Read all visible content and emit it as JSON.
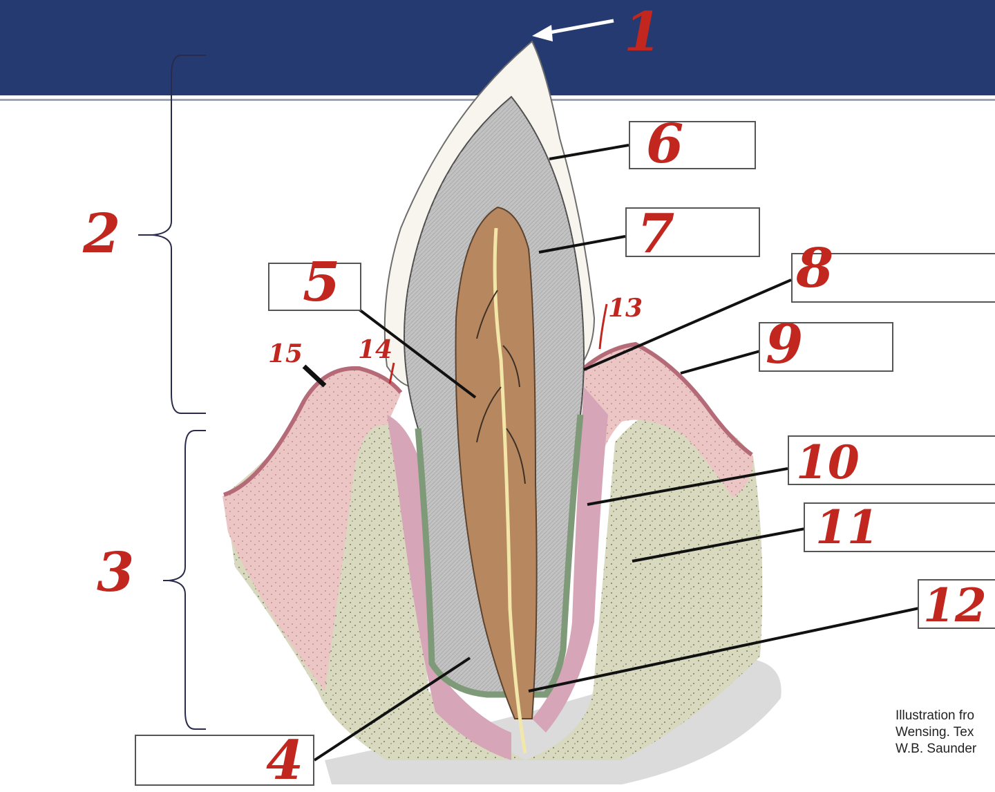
{
  "labels": {
    "n1": "1",
    "n2": "2",
    "n3": "3",
    "n4": "4",
    "n5": "5",
    "n6": "6",
    "n7": "7",
    "n8": "8",
    "n9": "9",
    "n10": "10",
    "n11": "11",
    "n12": "12",
    "n13": "13",
    "n14": "14",
    "n15": "15"
  },
  "credit": {
    "line1": "Illustration fro",
    "line2": "Wensing. Tex",
    "line3": "W.B. Saunder"
  },
  "colors": {
    "header": "#243a70",
    "handwriting": "#c1271f",
    "enamel": "#f7f5ee",
    "dentin": "#b9b9b9",
    "pulp": "#b7875f",
    "gingiva": "#ecc5c5",
    "bone": "#d8d9bf",
    "cementum": "#8a9a7e"
  }
}
